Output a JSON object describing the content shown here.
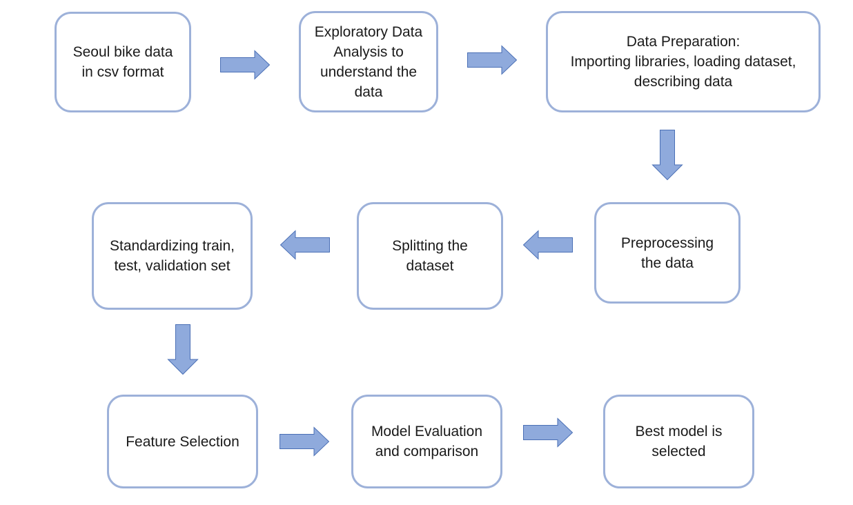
{
  "boxes": [
    {
      "id": "seoul-bike-data",
      "text": "Seoul bike data\nin csv format"
    },
    {
      "id": "eda",
      "text": "Exploratory Data\nAnalysis to\nunderstand the\ndata"
    },
    {
      "id": "data-preparation",
      "text": "Data Preparation:\nImporting libraries, loading dataset,\ndescribing data"
    },
    {
      "id": "preprocessing",
      "text": "Preprocessing\nthe data"
    },
    {
      "id": "splitting",
      "text": "Splitting the\ndataset"
    },
    {
      "id": "standardizing",
      "text": "Standardizing train,\ntest, validation set"
    },
    {
      "id": "feature-selection",
      "text": "Feature Selection"
    },
    {
      "id": "model-evaluation",
      "text": "Model Evaluation\nand comparison"
    },
    {
      "id": "best-model",
      "text": "Best model is\nselected"
    }
  ],
  "colors": {
    "box_border": "#9db1d9",
    "arrow_fill": "#8faadc",
    "arrow_stroke": "#4a6fb5"
  }
}
